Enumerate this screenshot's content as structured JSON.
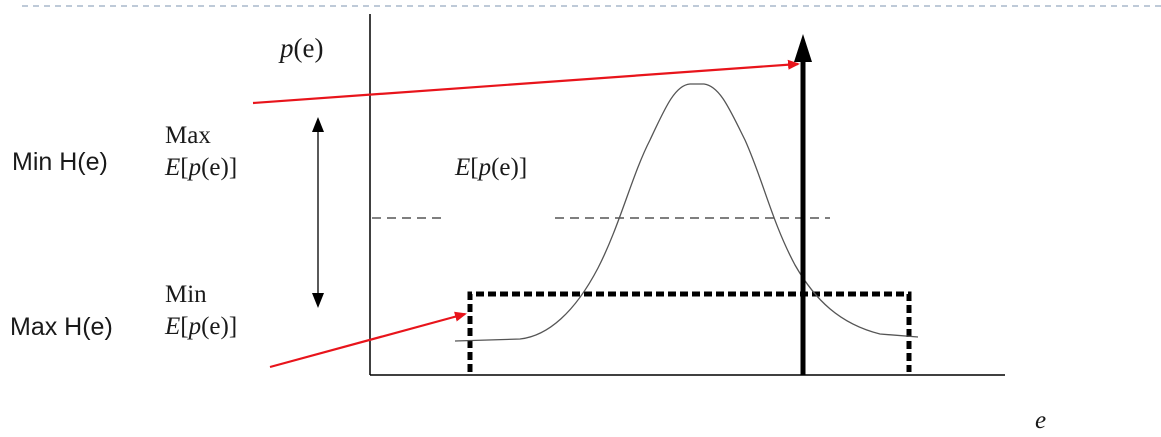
{
  "labels": {
    "p_axis_func": "p",
    "p_axis_arg": "(e)",
    "x_axis": "e",
    "min_he": "Min H(e)",
    "max_he": "Max H(e)",
    "max_word": "Max",
    "min_word": "Min",
    "expect_E": "E",
    "expect_bracket_open": "[",
    "expect_p": "p",
    "expect_arg": "(e)",
    "expect_bracket_close": "]"
  },
  "colors": {
    "axis": "#000000",
    "curve": "#555555",
    "annotation_arrow": "#e8141b",
    "top_border": "#a9b8cc",
    "dashed_level": "#333333"
  }
}
